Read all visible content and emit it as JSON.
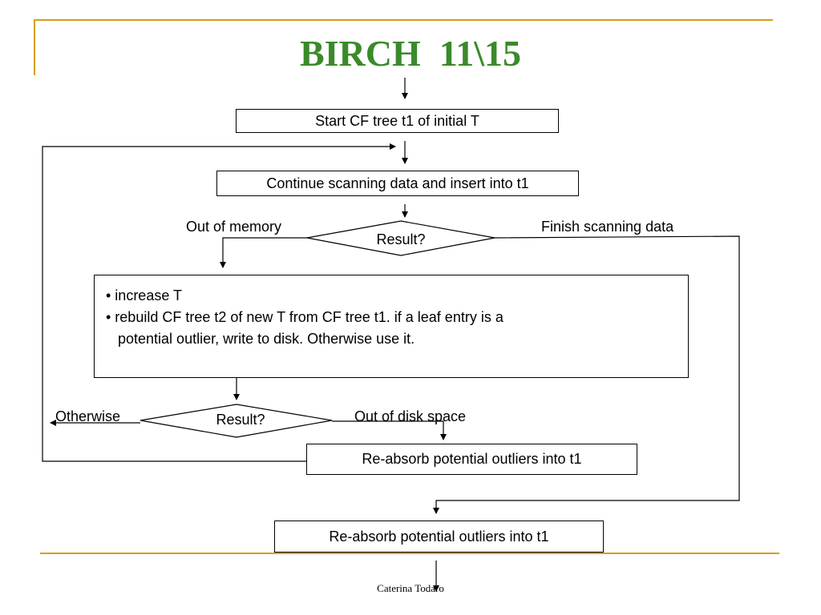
{
  "slide": {
    "title": "BIRCH  11\\15",
    "footer": "Caterina Todaro"
  },
  "flowchart": {
    "start_box": "Start CF tree t1 of initial T",
    "continue_box": "Continue scanning data and insert into t1",
    "decision_1": "Result?",
    "decision_1_left_label": "Out of memory",
    "decision_1_right_label": "Finish scanning data",
    "rebuild_box": {
      "line_1": "• increase T",
      "line_2": "• rebuild CF tree t2 of new T from CF tree t1. if a leaf entry is a",
      "line_3": "potential outlier, write to disk. Otherwise use it."
    },
    "decision_2": "Result?",
    "decision_2_left_label": "Otherwise",
    "decision_2_right_label": "Out of disk space",
    "reabsorb_box_1": "Re-absorb potential outliers into t1",
    "reabsorb_box_2": "Re-absorb potential outliers into t1"
  },
  "colors": {
    "title": "#3a8a2a",
    "rules": "#d4a017"
  }
}
